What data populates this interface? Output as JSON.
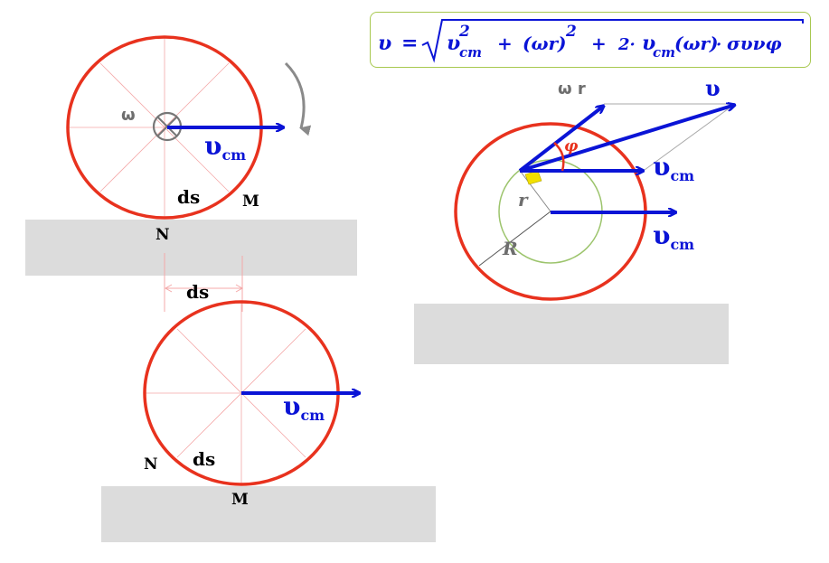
{
  "formula": {
    "lhs": "υ",
    "eq": "=",
    "v": "υ",
    "cm": "cm",
    "sq": "2",
    "plus": "+",
    "omega_r": "(ωr)",
    "two": "2·",
    "times": "·",
    "cos": "συνφ"
  },
  "wheel1": {
    "omega": "ω",
    "v": "υ",
    "cm": "cm",
    "ds": "ds",
    "M": "M",
    "N": "N"
  },
  "spacing": {
    "ds": "ds"
  },
  "wheel2": {
    "v": "υ",
    "cm": "cm",
    "ds": "ds",
    "N": "N",
    "M": "M"
  },
  "wheel3": {
    "omega_r": "ω r",
    "v_total": "υ",
    "phi": "φ",
    "v": "υ",
    "cm": "cm",
    "r": "r",
    "R": "R"
  },
  "colors": {
    "wheel": "#e8321e",
    "vector": "#0a14d6",
    "inner_circle": "#9cc46c",
    "ground": "#dcdcdc"
  }
}
